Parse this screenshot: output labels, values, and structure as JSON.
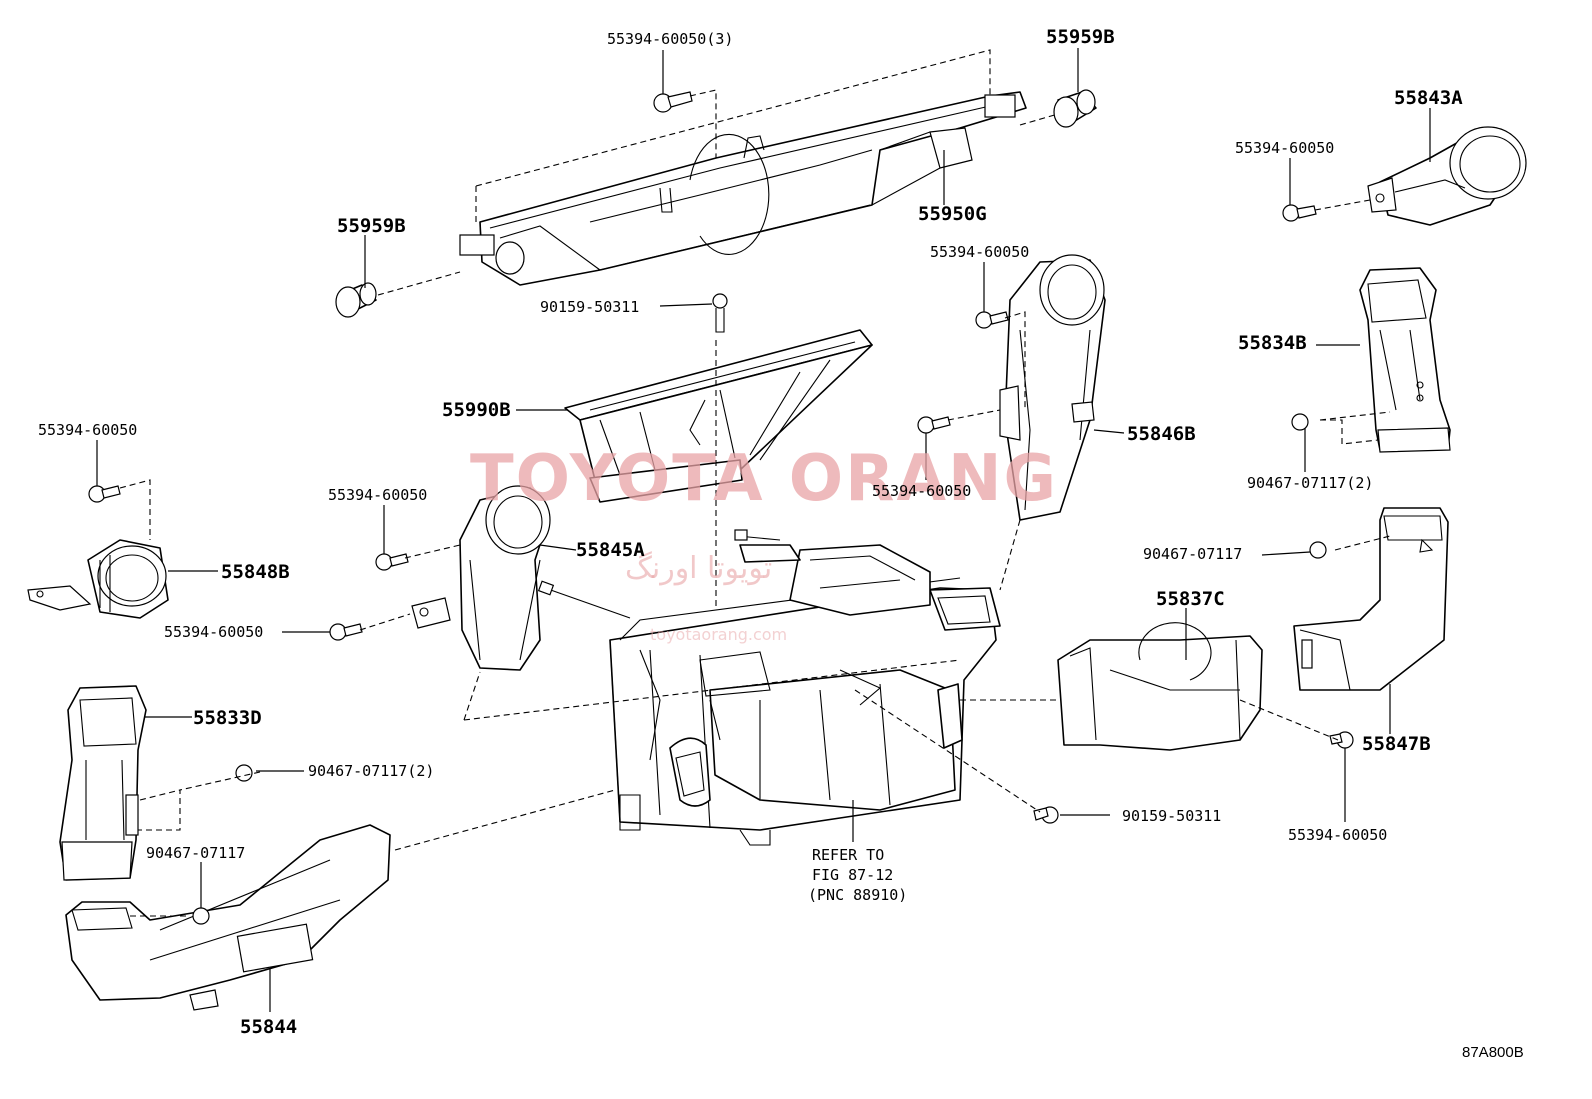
{
  "labels": {
    "p55394_60050_3": "55394-60050(3)",
    "p55959B_top": "55959B",
    "p55843A": "55843A",
    "p55394_60050_r1": "55394-60050",
    "p55959B_left": "55959B",
    "p55950G": "55950G",
    "p55394_60050_c1": "55394-60050",
    "p90159_50311_c": "90159-50311",
    "p55834B": "55834B",
    "p55990B": "55990B",
    "p55846B": "55846B",
    "p55394_60050_l1": "55394-60050",
    "p55394_60050_c2": "55394-60050",
    "p55394_60050_c3": "55394-60050",
    "p90467_07117_2_r": "90467-07117(2)",
    "p55848B": "55848B",
    "p55845A": "55845A",
    "p90467_07117_r": "90467-07117",
    "p55394_60050_l2": "55394-60050",
    "p55837C": "55837C",
    "p55833D": "55833D",
    "p90467_07117_2_l": "90467-07117(2)",
    "p55847B": "55847B",
    "p90159_50311_r": "90159-50311",
    "p55394_60050_r2": "55394-60050",
    "p90467_07117_l": "90467-07117",
    "p55844": "55844",
    "refer1": "REFER TO",
    "refer2": "FIG 87-12",
    "refer3": "(PNC 88910)"
  },
  "figure_code": "87A800B",
  "watermark": {
    "main": "TOYOTA ORANG",
    "sub": "تویوتا اورنگ",
    "url": "toyotaorang.com"
  }
}
